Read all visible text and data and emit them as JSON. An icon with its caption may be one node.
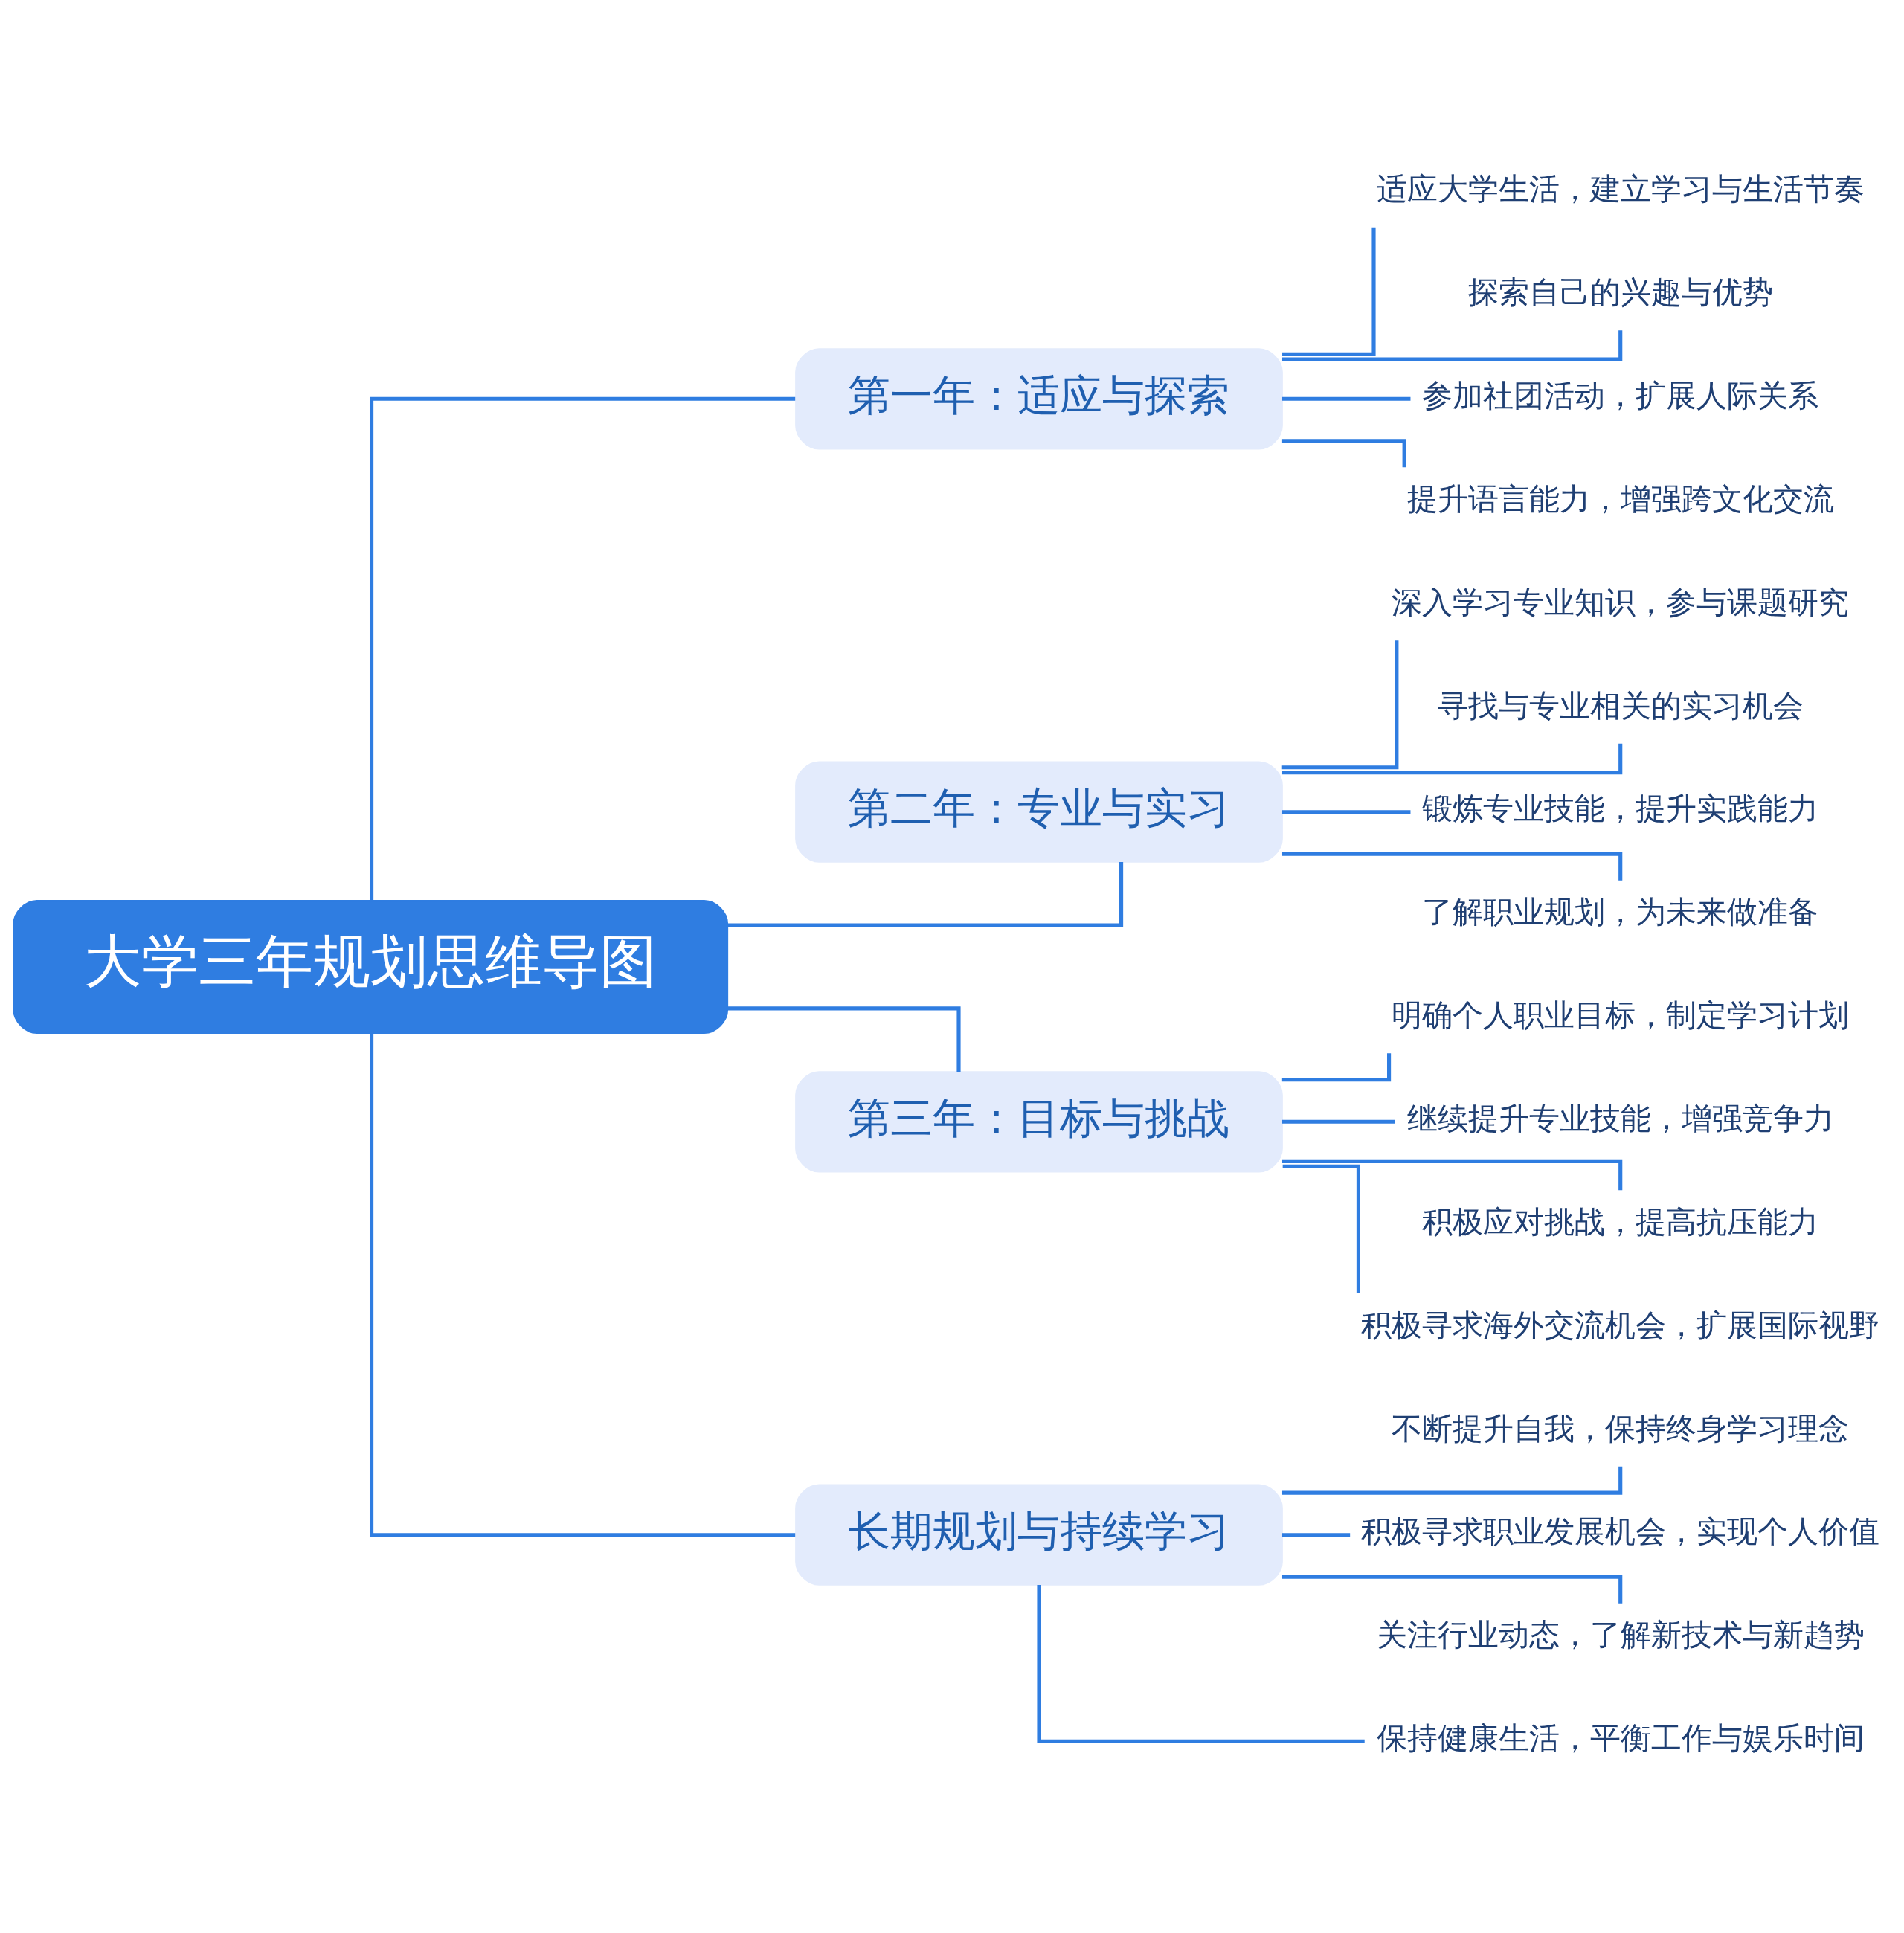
{
  "diagram": {
    "nodes": [
      {
        "text": [
          "大学三年规划思维导图"
        ]
      },
      {
        "text": [
          "第一年：适应与探索"
        ]
      },
      {
        "text": [
          "适应大学生活，建立学习与生活节奏"
        ]
      },
      {
        "text": [
          "探索自己的兴趣与优势"
        ]
      },
      {
        "text": [
          "参加社团活动，扩展人际关系"
        ]
      },
      {
        "text": [
          "提升语言能力，增强跨文化交流"
        ]
      },
      {
        "text": [
          "第二年：专业与实习"
        ]
      },
      {
        "text": [
          "深入学习专业知识，参与课题研究"
        ]
      },
      {
        "text": [
          "寻找与专业相关的实习机会"
        ]
      },
      {
        "text": [
          "锻炼专业技能，提升实践能力"
        ]
      },
      {
        "text": [
          "了解职业规划，为未来做准备"
        ]
      },
      {
        "text": [
          "第三年：目标与挑战"
        ]
      },
      {
        "text": [
          "明确个人职业目标，制定学习计划"
        ]
      },
      {
        "text": [
          "继续提升专业技能，增强竞争力"
        ]
      },
      {
        "text": [
          "积极应对挑战，提高抗压能力"
        ]
      },
      {
        "text": [
          "积极寻求海外交流机会，扩展国际视野"
        ]
      },
      {
        "text": [
          "长期规划与持续学习"
        ]
      },
      {
        "text": [
          "不断提升自我，保持终身学习理念"
        ]
      },
      {
        "text": [
          "积极寻求职业发展机会，实现个人价值"
        ]
      },
      {
        "text": [
          "关注行业动态，了解新技术与新趋势"
        ]
      },
      {
        "text": [
          "保持健康生活，平衡工作与娱乐时间"
        ]
      }
    ],
    "edges": [
      {
        "from": 0,
        "to": 1,
        "arrow": "none"
      },
      {
        "from": 1,
        "to": 2,
        "arrow": "none"
      },
      {
        "from": 1,
        "to": 3,
        "arrow": "none"
      },
      {
        "from": 1,
        "to": 4,
        "arrow": "none"
      },
      {
        "from": 1,
        "to": 5,
        "arrow": "none"
      },
      {
        "from": 0,
        "to": 6,
        "arrow": "none"
      },
      {
        "from": 6,
        "to": 7,
        "arrow": "none"
      },
      {
        "from": 6,
        "to": 8,
        "arrow": "none"
      },
      {
        "from": 6,
        "to": 9,
        "arrow": "none"
      },
      {
        "from": 6,
        "to": 10,
        "arrow": "none"
      },
      {
        "from": 0,
        "to": 11,
        "arrow": "none"
      },
      {
        "from": 11,
        "to": 12,
        "arrow": "none"
      },
      {
        "from": 11,
        "to": 13,
        "arrow": "none"
      },
      {
        "from": 11,
        "to": 14,
        "arrow": "none"
      },
      {
        "from": 11,
        "to": 15,
        "arrow": "none"
      },
      {
        "from": 0,
        "to": 16,
        "arrow": "none"
      },
      {
        "from": 16,
        "to": 17,
        "arrow": "none"
      },
      {
        "from": 16,
        "to": 18,
        "arrow": "none"
      },
      {
        "from": 16,
        "to": 19,
        "arrow": "none"
      },
      {
        "from": 16,
        "to": 20,
        "arrow": "none"
      }
    ]
  }
}
